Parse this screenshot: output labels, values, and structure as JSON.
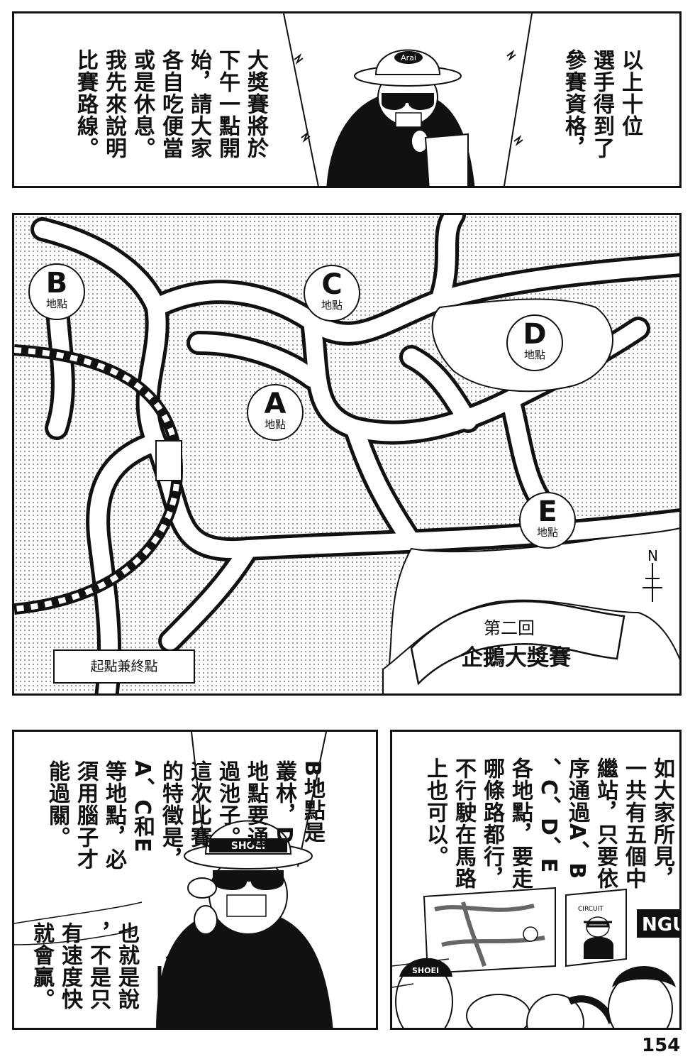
{
  "panel1": {
    "left_speech": [
      "大獎賽將於",
      "下午一點開",
      "始，請大家",
      "各自吃便當",
      "或是休息。",
      "我先來說明",
      "比賽路線。"
    ],
    "right_speech": [
      "以上十位",
      "選手得到了",
      "參賽資格，"
    ],
    "hat_logo": "Arai"
  },
  "map": {
    "markers": [
      {
        "letter": "B",
        "label": "地點"
      },
      {
        "letter": "C",
        "label": "地點"
      },
      {
        "letter": "A",
        "label": "地點"
      },
      {
        "letter": "D",
        "label": "地點"
      },
      {
        "letter": "E",
        "label": "地點"
      }
    ],
    "start_label": "起點兼終點",
    "banner_line1": "第二回",
    "banner_line2": "企鵝大獎賽",
    "north_label": "N"
  },
  "panel3": {
    "speech_top": [
      "B地點是",
      "叢林，D",
      "地點要通",
      "過池子。",
      "這次比賽",
      "的特徵是，",
      "A、C和E",
      "等地點，必",
      "須用腦子才",
      "能過關。"
    ],
    "speech_bottom": [
      "也就是說",
      "，不是只",
      "有速度快",
      "就會贏。"
    ],
    "hat_logo": "SHOEI"
  },
  "panel4": {
    "speech": [
      "如大家所見，",
      "一共有五個中",
      "繼站，只要依",
      "序通過A、B",
      "、C、D、E",
      "各地點，要走",
      "哪條路都行，",
      "不行駛在馬路",
      "上也可以。"
    ],
    "sign": "CIRCUIT",
    "banner_text": "NGU",
    "helmet_logo": "SHOEI"
  },
  "page_number": "154"
}
